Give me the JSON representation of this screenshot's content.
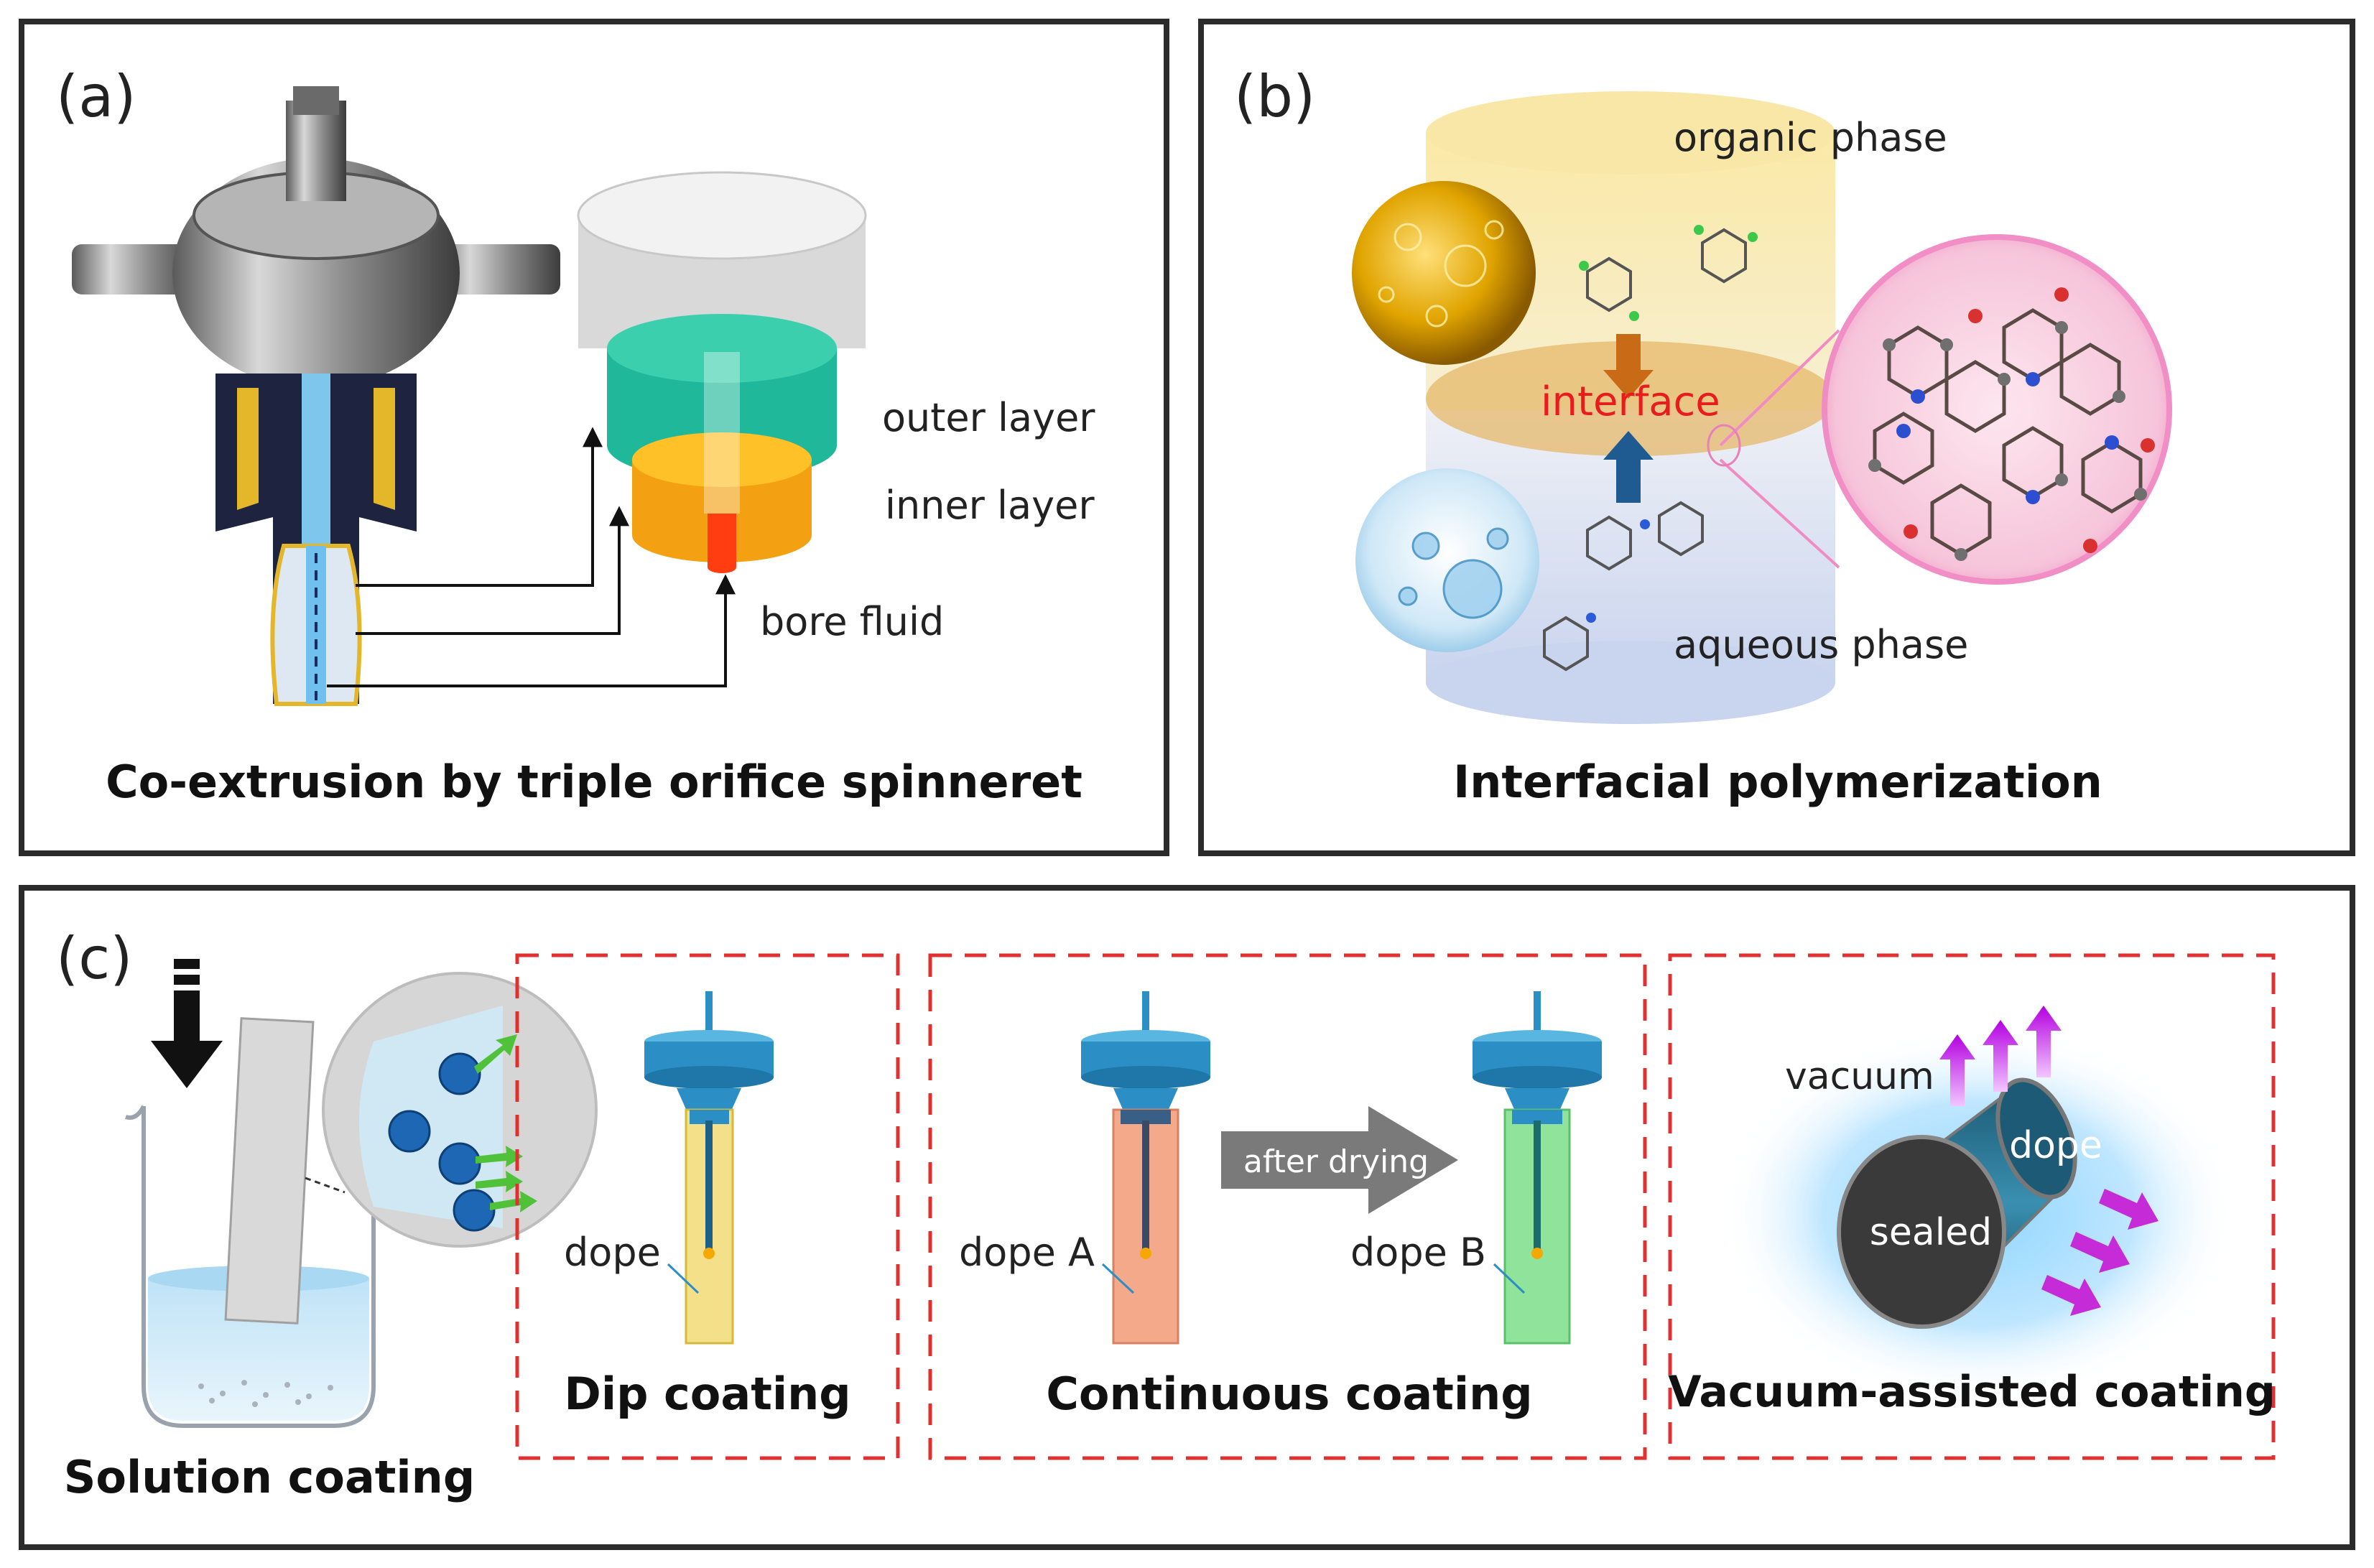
{
  "panel_a": {
    "letter": "(a)",
    "labels": {
      "outer_layer": "outer layer",
      "inner_layer": "inner layer",
      "bore_fluid": "bore fluid"
    },
    "caption": "Co-extrusion by triple orifice spinneret"
  },
  "panel_b": {
    "letter": "(b)",
    "labels": {
      "organic_phase": "organic phase",
      "interface": "interface",
      "aqueous_phase": "aqueous phase"
    },
    "caption": "Interfacial polymerization"
  },
  "panel_c": {
    "letter": "(c)",
    "solution_caption": "Solution coating",
    "dip": {
      "label": "dope",
      "caption": "Dip coating"
    },
    "continuous": {
      "label_a": "dope A",
      "arrow": "after drying",
      "label_b": "dope B",
      "caption": "Continuous coating"
    },
    "vacuum": {
      "vacuum": "vacuum",
      "dope": "dope",
      "sealed": "sealed",
      "caption": "Vacuum-assisted coating"
    }
  },
  "colors": {
    "frame": "#2b2b2b",
    "dash": "#e03030",
    "interface": "#e81c1c",
    "cap": "#2b8fc6",
    "arrow_purple": "#c62bd8"
  }
}
